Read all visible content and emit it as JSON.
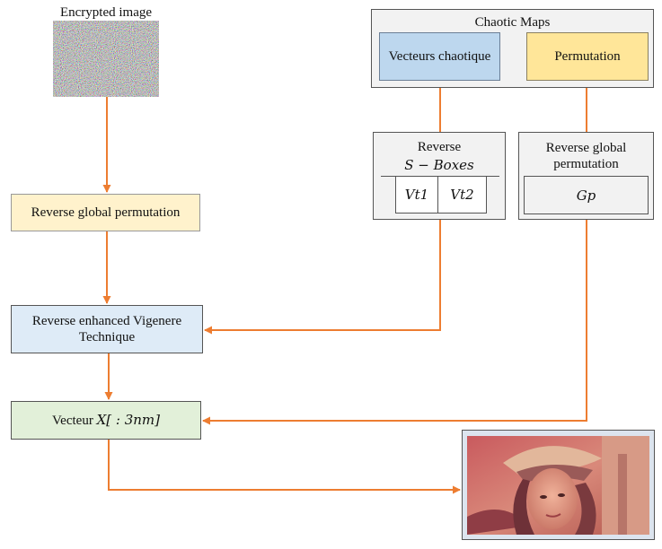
{
  "encrypted": {
    "label": "Encrypted image"
  },
  "chaotic_maps": {
    "title": "Chaotic Maps",
    "vecteurs": "Vecteurs chaotique",
    "permutation": "Permutation"
  },
  "sboxes": {
    "title": "Reverse",
    "subtitle": "S − Boxes",
    "vt1": "Vt1",
    "vt2": "Vt2"
  },
  "global_perm_panel": {
    "title": "Reverse global permutation",
    "gp": "Gp"
  },
  "steps": {
    "reverse_global": "Reverse global permutation",
    "reverse_vigenere": "Reverse enhanced Vigenere Technique",
    "vecteur_prefix": "Vecteur ",
    "vecteur_math": "X[ : 3nm]"
  },
  "colors": {
    "arrow": "#ED7D31",
    "vecteurs_fill": "#BDD7EE",
    "permutation_fill": "#FFE699",
    "reverse_global_fill": "#FFF2CC",
    "vigenere_fill": "#DEEBF7",
    "vecteur_fill": "#E2F0D9",
    "panel_fill": "#F2F2F2"
  }
}
